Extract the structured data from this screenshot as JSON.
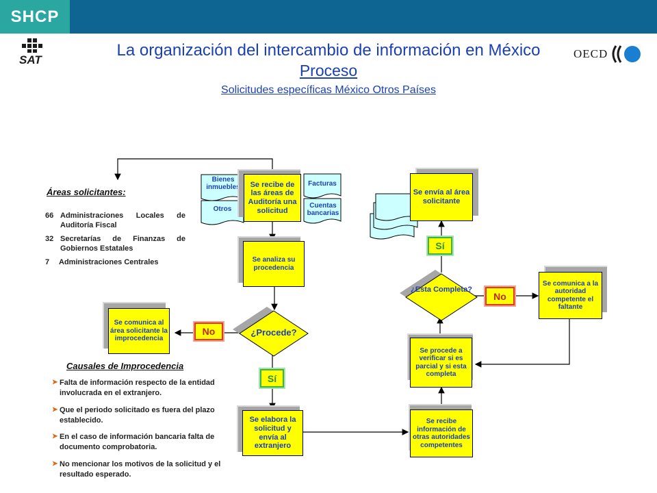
{
  "header": {
    "shcp_label": "SHCP",
    "sat_label": "SAT",
    "oecd_label": "OECD",
    "title": "La organización del intercambio de información en México",
    "subtitle": "Proceso",
    "subtitle2_a": "Solicitudes específicas",
    "subtitle2_b": " México Otros Países"
  },
  "colors": {
    "top_bar": "#0e6592",
    "shcp_badge": "#2aa7a1",
    "box_fill": "#ffff00",
    "doc_fill": "#ccffff",
    "title_blue": "#1b3fb5",
    "no_red": "#e03a1e",
    "si_green": "#3ab34a"
  },
  "areas": {
    "title": "Áreas solicitantes:",
    "items": [
      {
        "num": "66",
        "text": "Administraciones Locales de Auditoría Fiscal"
      },
      {
        "num": "32",
        "text": "Secretarías de Finanzas de Gobiernos Estatales"
      },
      {
        "num": "7",
        "text": "Administraciones Centrales"
      }
    ]
  },
  "documents": {
    "bienes": "Bienes inmuebles",
    "otros": "Otros",
    "facturas": "Facturas",
    "cuentas": "Cuentas bancarias"
  },
  "flow": {
    "recibe": "Se recibe de las áreas de Auditoría una solicitud",
    "analiza": "Se analiza su procedencia",
    "procede": "¿Procede?",
    "no1": "No",
    "comunica_improcedencia": "Se comunica al área solicitante la improcedencia",
    "si1": "Sí",
    "elabora": "Se elabora la solicitud y envía al extranjero",
    "recibe_info": "Se recibe información de otras autoridades competentes",
    "verifica": "Se procede a verificar si es parcial y si esta completa",
    "completa": "¿Esta Completa?",
    "no2": "No",
    "comunica_faltante": "Se comunica a la autoridad competente el faltante",
    "si2": "Sí",
    "envia": "Se envía al área solicitante"
  },
  "causales": {
    "title": "Causales de Improcedencia",
    "items": [
      "Falta de información respecto de la entidad involucrada en el extranjero.",
      "Que el periodo solicitado es fuera del plazo establecido.",
      "En el caso de información bancaria falta de documento comprobatoria.",
      "No mencionar los motivos de la solicitud y el resultado esperado."
    ]
  }
}
